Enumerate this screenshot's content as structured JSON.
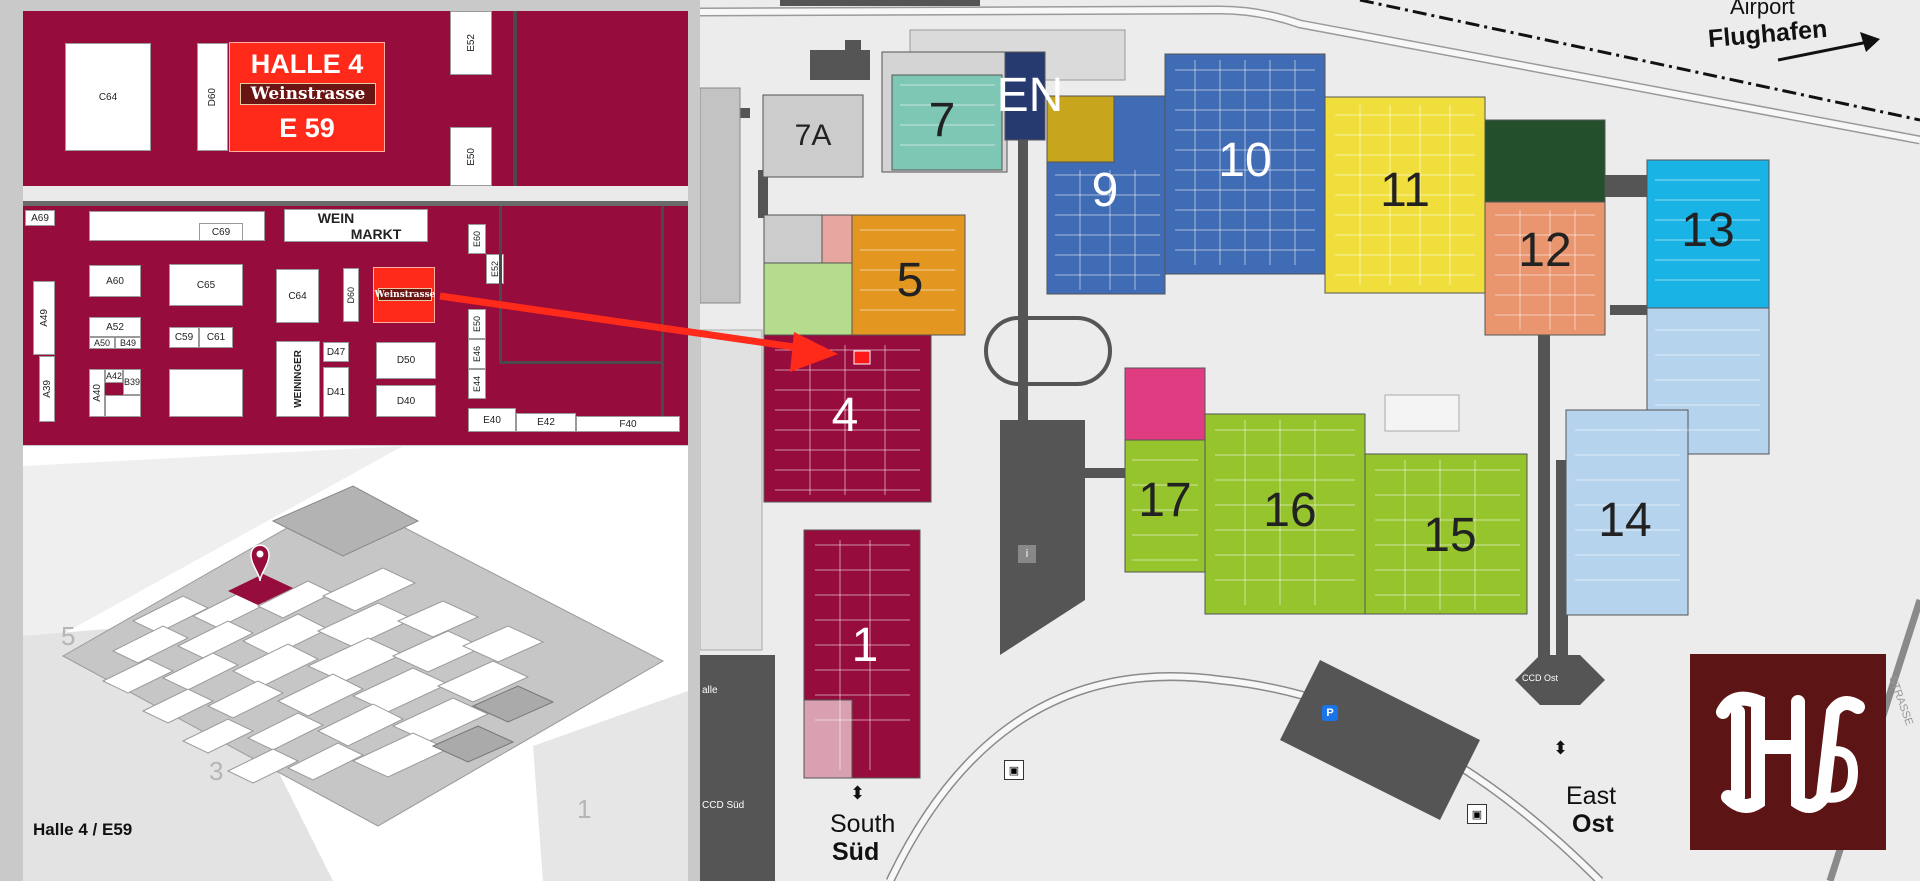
{
  "hall_detail": {
    "hall_label": "HALLE 4",
    "booth_label": "E 59",
    "sign_text": "Weinstrasse",
    "booths_top": [
      "C64",
      "D60",
      "E52",
      "E50"
    ]
  },
  "hall_overview": {
    "booths": [
      "A69",
      "C69",
      "A60",
      "C65",
      "C64",
      "D60",
      "A49",
      "A52",
      "A50",
      "B49",
      "C59",
      "C61",
      "D47",
      "D50",
      "A39",
      "A40",
      "A42",
      "B39",
      "D41",
      "D40",
      "E60",
      "E52",
      "E50",
      "E46",
      "E44",
      "E40",
      "E42",
      "F40"
    ],
    "weinmarkt_line1": "WEIN",
    "weinmarkt_line2": "MARKT",
    "weininger": "WEININGER",
    "sign_text": "Weinstrasse"
  },
  "iso_view": {
    "caption": "Halle 4 / E59",
    "hall_numbers": [
      "5",
      "3",
      "1"
    ]
  },
  "site_map": {
    "halls": [
      "7A",
      "7",
      "EN",
      "9",
      "10",
      "11",
      "12",
      "13",
      "5",
      "4",
      "1",
      "17",
      "16",
      "15",
      "14"
    ],
    "airport_en": "Airport",
    "airport_de": "Flughafen",
    "south_en": "South",
    "south_de": "Süd",
    "east_en": "East",
    "east_de": "Ost",
    "ccd_sued": "CCD Süd",
    "halle_fragment": "alle",
    "ccd_ost": "CCD Ost",
    "strasse_fragment": "STRASSE"
  },
  "colors": {
    "wine": "#960c3c",
    "highlight": "#ff2a1a",
    "hall7": "#7fc7b5",
    "hall9": "#c7a51c",
    "hall10": "#3f6cb4",
    "hall11": "#f0de3c",
    "hall12": "#e9966e",
    "hall12top": "#234f2c",
    "hall13": "#19b3e6",
    "hall13b": "#b5d3ec",
    "hall5": "#e39620",
    "hall5b": "#b5dc8c",
    "hall5c": "#e8a6a0",
    "hall4": "#960c3c",
    "hall1": "#960c3c",
    "hall1b": "#d8a0b0",
    "hall17top": "#e03c82",
    "green": "#96c42c",
    "logo_bg": "#5c1414"
  }
}
